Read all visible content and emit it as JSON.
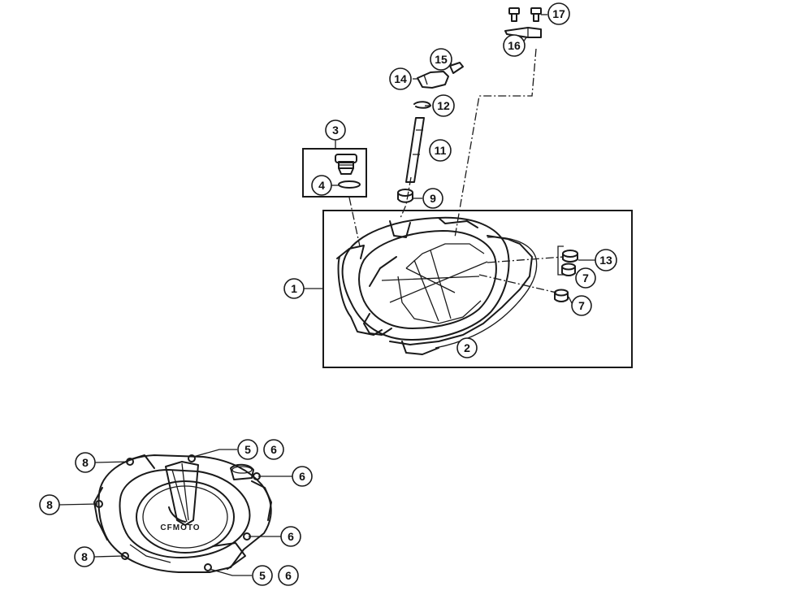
{
  "callouts": {
    "c1": "1",
    "c2": "2",
    "c3": "3",
    "c4": "4",
    "c7a": "7",
    "c7b": "7",
    "c9": "9",
    "c11": "11",
    "c12": "12",
    "c13": "13",
    "c14": "14",
    "c15": "15",
    "c16": "16",
    "c17": "17",
    "b5a": "5",
    "b6a": "6",
    "b6b": "6",
    "b6c": "6",
    "b5b": "5",
    "b6d": "6",
    "b8a": "8",
    "b8b": "8",
    "b8c": "8"
  },
  "logo_text": "CFMOTO"
}
